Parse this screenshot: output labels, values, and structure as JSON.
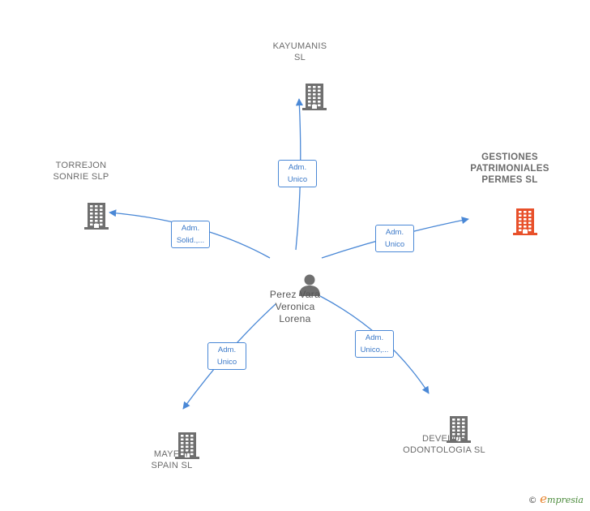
{
  "diagram": {
    "center": {
      "name": "Perez Vara\nVeronica\nLorena"
    },
    "companies": [
      {
        "id": "kayumanis",
        "name": "KAYUMANIS\nSL",
        "highlight": false,
        "role": "Adm.\nUnico"
      },
      {
        "id": "torrejon",
        "name": "TORREJON\nSONRIE  SLP",
        "highlight": false,
        "role": "Adm.\nSolid.,..."
      },
      {
        "id": "gestiones",
        "name": "GESTIONES\nPATRIMONIALES\nPERMES  SL",
        "highlight": true,
        "role": "Adm.\nUnico"
      },
      {
        "id": "mayfly",
        "name": "MAYFLY\nSPAIN  SL",
        "highlight": false,
        "role": "Adm.\nUnico"
      },
      {
        "id": "develop",
        "name": "DEVELOP\nODONTOLOGIA SL",
        "highlight": false,
        "role": "Adm.\nUnico,..."
      }
    ],
    "colors": {
      "edge": "#4a88d6",
      "building": "#6f6f6f",
      "building_highlight": "#e8502a",
      "person": "#6f6f6f"
    }
  },
  "footer": {
    "copyright_symbol": "©",
    "brand_initial": "e",
    "brand_rest": "mpresia"
  }
}
